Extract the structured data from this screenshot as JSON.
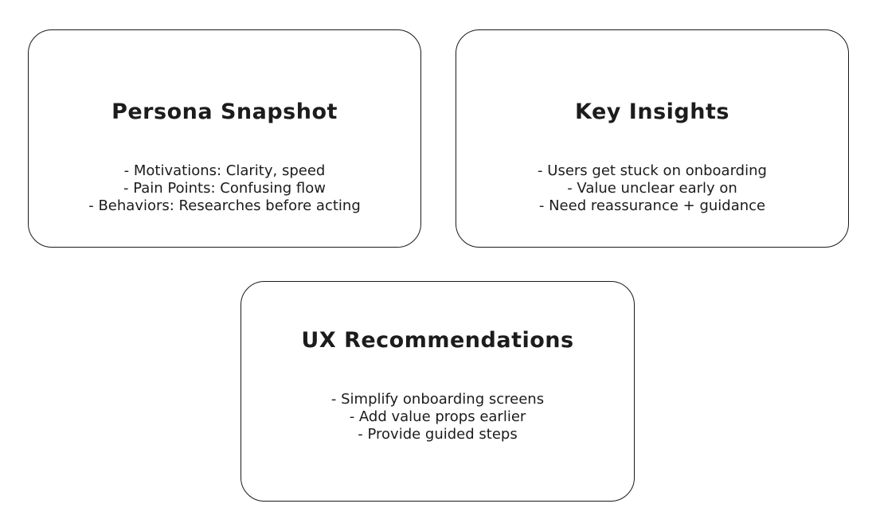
{
  "colors": {
    "background": "#ffffff",
    "card_border": "#1a1a1a",
    "text": "#1c1c1c"
  },
  "cards": [
    {
      "title": "Persona Snapshot",
      "items": [
        "- Motivations: Clarity, speed",
        "- Pain Points: Confusing flow",
        "- Behaviors: Researches before acting"
      ]
    },
    {
      "title": "Key Insights",
      "items": [
        "- Users get stuck on onboarding",
        "- Value unclear early on",
        "- Need reassurance + guidance"
      ]
    },
    {
      "title": "UX Recommendations",
      "items": [
        "- Simplify onboarding screens",
        "- Add value props earlier",
        "- Provide guided steps"
      ]
    }
  ]
}
